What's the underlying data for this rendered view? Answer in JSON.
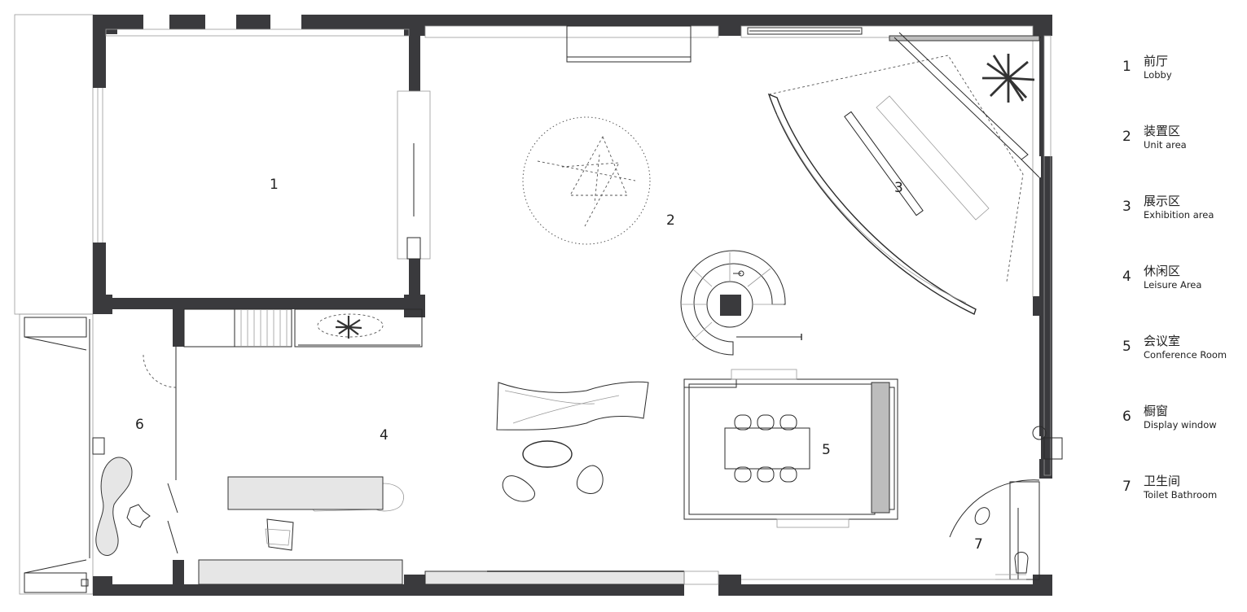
{
  "rooms": [
    {
      "number": "1"
    },
    {
      "number": "2"
    },
    {
      "number": "3"
    },
    {
      "number": "4"
    },
    {
      "number": "5"
    },
    {
      "number": "6"
    },
    {
      "number": "7"
    }
  ],
  "legend": [
    {
      "number": "1",
      "cn": "前厅",
      "en": "Lobby"
    },
    {
      "number": "2",
      "cn": "装置区",
      "en": "Unit area"
    },
    {
      "number": "3",
      "cn": "展示区",
      "en": "Exhibition area"
    },
    {
      "number": "4",
      "cn": "休闲区",
      "en": "Leisure Area"
    },
    {
      "number": "5",
      "cn": "会议室",
      "en": "Conference Room"
    },
    {
      "number": "6",
      "cn": "橱窗",
      "en": "Display window"
    },
    {
      "number": "7",
      "cn": "卫生间",
      "en": "Toilet Bathroom"
    }
  ]
}
